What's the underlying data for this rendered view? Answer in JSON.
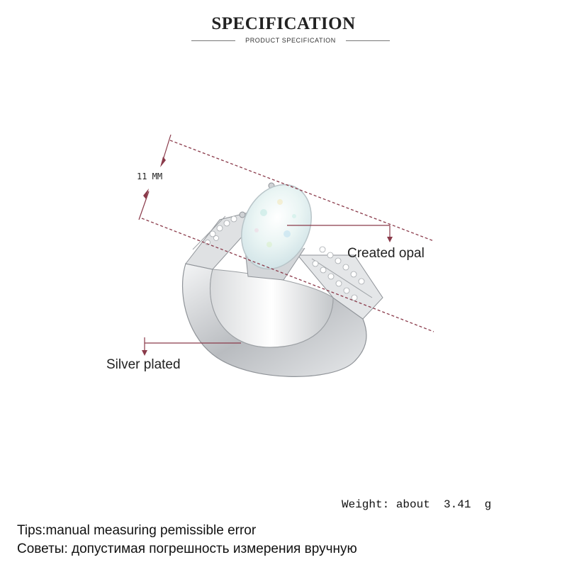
{
  "header": {
    "title": "SPECIFICATION",
    "subtitle": "PRODUCT SPECIFICATION"
  },
  "diagram": {
    "dimension_label": "11 MM",
    "stone_label": "Created opal",
    "band_label": "Silver plated",
    "colors": {
      "dimension_line": "#8a3a4a",
      "metal": "#c9ccd0",
      "opal": "#e8f2f4"
    }
  },
  "specs": {
    "weight": "Weight: about  3.41  g"
  },
  "notes": {
    "tips_en": "Tips:manual measuring pemissible error",
    "tips_ru": "Советы: допустимая погрешность измерения вручную"
  }
}
